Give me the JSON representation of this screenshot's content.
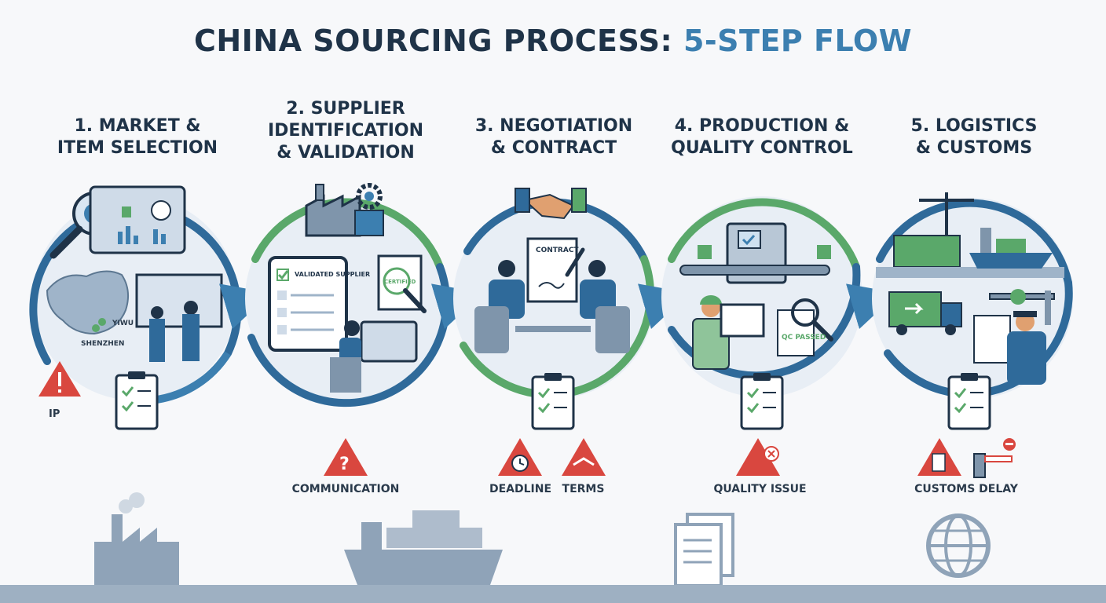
{
  "title": {
    "main": "CHINA SOURCING PROCESS: ",
    "accent": "5-STEP FLOW"
  },
  "steps": [
    {
      "title": "1. MARKET &\nITEM SELECTION"
    },
    {
      "title": "2. SUPPLIER\nIDENTIFICATION\n& VALIDATION"
    },
    {
      "title": "3. NEGOTIATION\n& CONTRACT"
    },
    {
      "title": "4. PRODUCTION &\nQUALITY CONTROL"
    },
    {
      "title": "5. LOGISTICS\n& CUSTOMS"
    }
  ],
  "risks": {
    "ip": "IP",
    "communication": "COMMUNICATION",
    "deadline": "DEADLINE",
    "terms": "TERMS",
    "quality_issue": "QUALITY ISSUE",
    "customs_delay": "CUSTOMS DELAY"
  },
  "labels": {
    "map_city_1": "YIWU",
    "map_city_2": "SHENZHEN",
    "validated_supplier": "VALIDATED\nSUPPLIER",
    "certified_stamp": "CERTIFIED",
    "contract": "CONTRACT",
    "qc_stamp": "QC\nPASSED"
  },
  "colors": {
    "navy": "#1f3348",
    "blue": "#3c7fb0",
    "ring_blue": "#2f6a9a",
    "ring_green": "#5aa86a",
    "risk_red": "#d9473f",
    "footer_gray": "#8fa3b8"
  }
}
